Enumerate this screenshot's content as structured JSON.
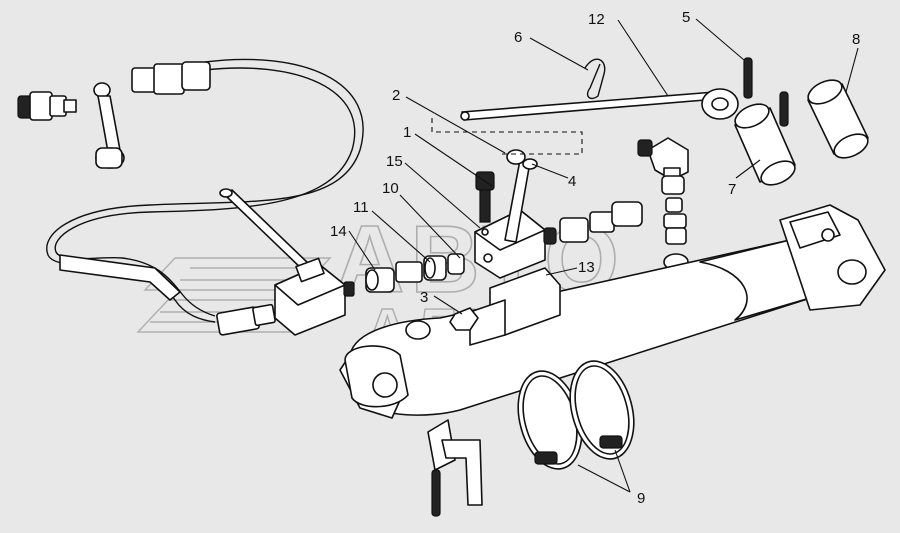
{
  "watermark": {
    "line1": "АВТО",
    "line2": "АЛЬЯНС"
  },
  "callouts": [
    "1",
    "2",
    "3",
    "4",
    "5",
    "6",
    "7",
    "8",
    "9",
    "10",
    "11",
    "12",
    "13",
    "14",
    "15"
  ],
  "labels": {
    "l1": "1",
    "l2": "2",
    "l3": "3",
    "l4": "4",
    "l5": "5",
    "l6": "6",
    "l7": "7",
    "l8": "8",
    "l9": "9",
    "l10": "10",
    "l11": "11",
    "l12": "12",
    "l13": "13",
    "l14": "14",
    "l15": "15"
  }
}
